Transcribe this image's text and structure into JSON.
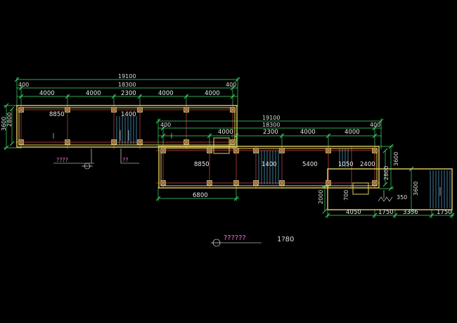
{
  "drawing": {
    "upper_plan": {
      "overall": "19100",
      "inner": "18300",
      "edge_left": "400",
      "edge_right": "400",
      "bays": [
        "4000",
        "4000",
        "2300",
        "4000",
        "4000"
      ],
      "room_span": "8850",
      "stair_width": "1400",
      "depth": "3600",
      "depth_sub": "2800",
      "label": "????",
      "level_mark": "??"
    },
    "lower_plan": {
      "overall": "19100",
      "inner": "18300",
      "edge_left": "400",
      "edge_right": "400",
      "bays": [
        "4000",
        "2300",
        "4000",
        "4000"
      ],
      "room_span": "8850",
      "stair_width": "1400",
      "hall_span": "5400",
      "small_span": "1050",
      "end_span": "2400",
      "bottom_span": "6800",
      "depth_right": "3600",
      "depth_right_sub": "2800",
      "annex_depth": "3600",
      "annex_offset": "2000",
      "step_small": "700",
      "step_note": "350",
      "annex_dims": [
        "4050",
        "1750",
        "3336",
        "1750"
      ]
    },
    "title": "??????",
    "scale": "1?80"
  },
  "colors": {
    "background": "#000000",
    "wall": "#e6d060",
    "axis": "#d84848",
    "dimension": "#3fe06a",
    "stair": "#6cd0ff",
    "text": "#dddddd",
    "label": "#ff6ad5"
  }
}
